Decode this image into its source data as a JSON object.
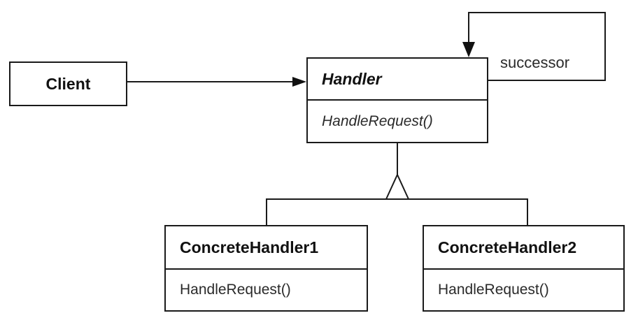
{
  "diagram": {
    "client": {
      "name": "Client"
    },
    "handler": {
      "name": "Handler",
      "operation": "HandleRequest()",
      "abstract": true
    },
    "concrete_handlers": [
      {
        "name": "ConcreteHandler1",
        "operation": "HandleRequest()"
      },
      {
        "name": "ConcreteHandler2",
        "operation": "HandleRequest()"
      }
    ],
    "successor_label": "successor"
  }
}
